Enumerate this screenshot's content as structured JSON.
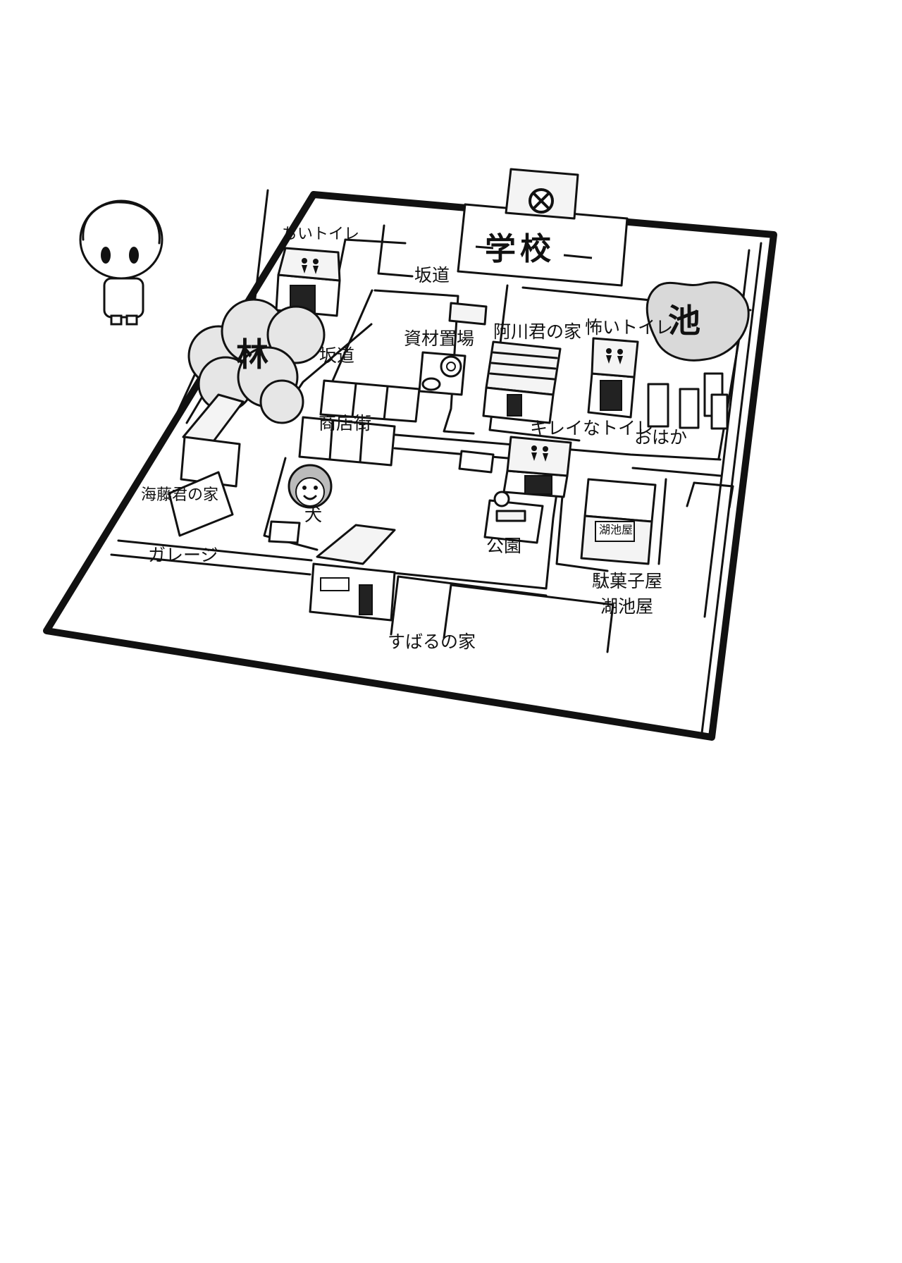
{
  "labels": {
    "school": "学校",
    "pond": "池",
    "woods": "林",
    "small_toilet": "ちいトイレ",
    "slope_north": "坂道",
    "slope_west": "坂道",
    "material_yard": "資材置場",
    "agawa_house": "阿川君の家",
    "scary_toilet": "怖いトイレ",
    "shopping_street": "商店街",
    "clean_toilet": "キレイなトイレ",
    "graveyard": "おはか",
    "kaito_house": "海藤君の家",
    "dog": "犬",
    "park": "公園",
    "garage": "ガレージ",
    "candy_shop": "駄菓子屋",
    "koike_ya": "湖池屋",
    "subaru_house": "すばるの家",
    "koike_sign": "湖池屋"
  },
  "icons": {
    "school_emblem": "school-emblem-icon",
    "toilet_sign": "toilet-sign-icon",
    "trees": "tree-cluster-icon",
    "character": "chibi-character-icon",
    "dog": "dog-face-icon"
  }
}
